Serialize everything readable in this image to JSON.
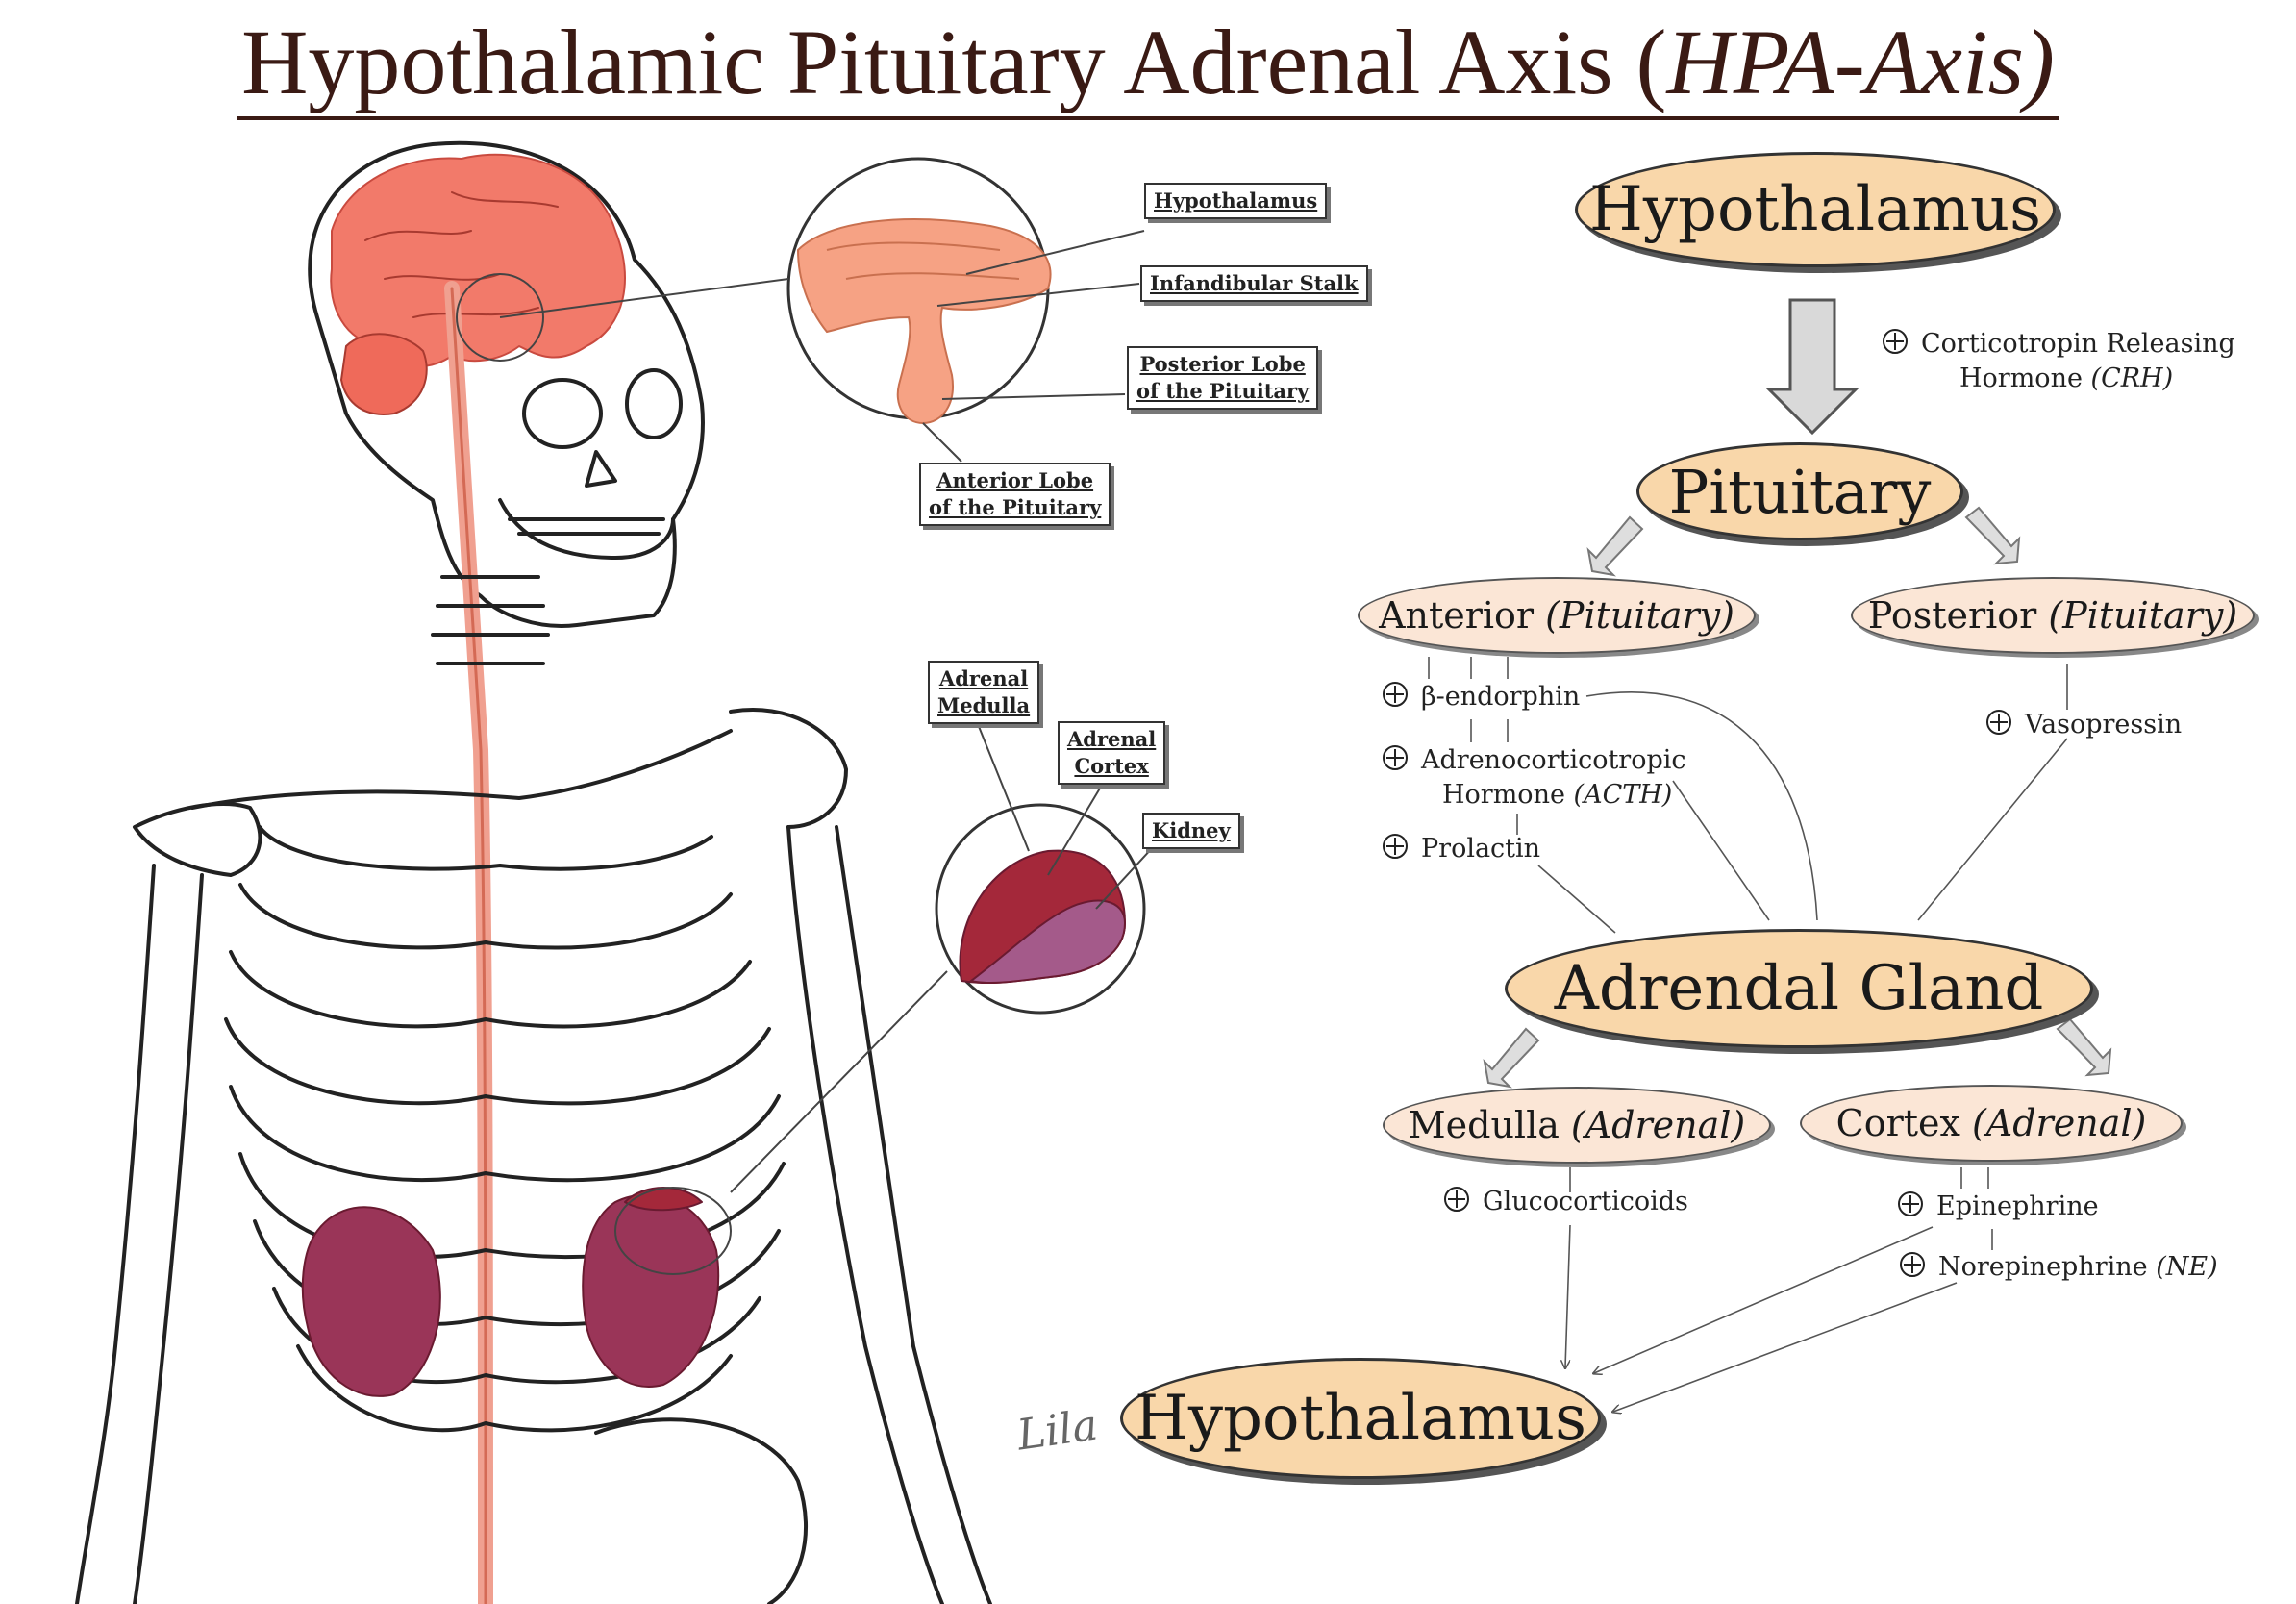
{
  "title": {
    "main": "Hypothalamic Pituitary Adrenal Axis (",
    "italic": "HPA-Axis)"
  },
  "colors": {
    "node_big": "#f9d7aa",
    "node_small": "#fbe6d6",
    "brain": "#f27a6a",
    "adrenal_medulla": "#a4283a",
    "adrenal_cortex": "#a45a8a",
    "title": "#3a1a14"
  },
  "anatomy_labels": {
    "hypothalamus": "Hypothalamus",
    "infundibular_stalk": "Infandibular Stalk",
    "posterior_lobe_1": "Posterior Lobe",
    "posterior_lobe_2": "of the Pituitary",
    "anterior_lobe_1": "Anterior Lobe",
    "anterior_lobe_2": "of the Pituitary",
    "adrenal_medulla_1": "Adrenal",
    "adrenal_medulla_2": "Medulla",
    "adrenal_cortex_1": "Adrenal",
    "adrenal_cortex_2": "Cortex",
    "kidney": "Kidney"
  },
  "nodes": {
    "hypothalamus_top": "Hypothalamus",
    "pituitary": "Pituitary",
    "anterior": {
      "name": "Anterior",
      "qualifier": "(Pituitary)"
    },
    "posterior": {
      "name": "Posterior",
      "qualifier": "(Pituitary)"
    },
    "adrenal_gland": "Adrendal Gland",
    "medulla": {
      "name": "Medulla",
      "qualifier": "(Adrenal)"
    },
    "cortex": {
      "name": "Cortex",
      "qualifier": "(Adrenal)"
    },
    "hypothalamus_bottom": "Hypothalamus"
  },
  "hormones": {
    "crh_line1": "Corticotropin Releasing",
    "crh_line2": "Hormone",
    "crh_abbr": "(CRH)",
    "beta_endorphin": "β-endorphin",
    "acth_line1": "Adrenocorticotropic",
    "acth_line2": "Hormone",
    "acth_abbr": "(ACTH)",
    "prolactin": "Prolactin",
    "vasopressin": "Vasopressin",
    "glucocorticoids": "Glucocorticoids",
    "epinephrine": "Epinephrine",
    "norepinephrine": "Norepinephrine",
    "norepinephrine_abbr": "(NE)"
  },
  "signature": "Lila"
}
